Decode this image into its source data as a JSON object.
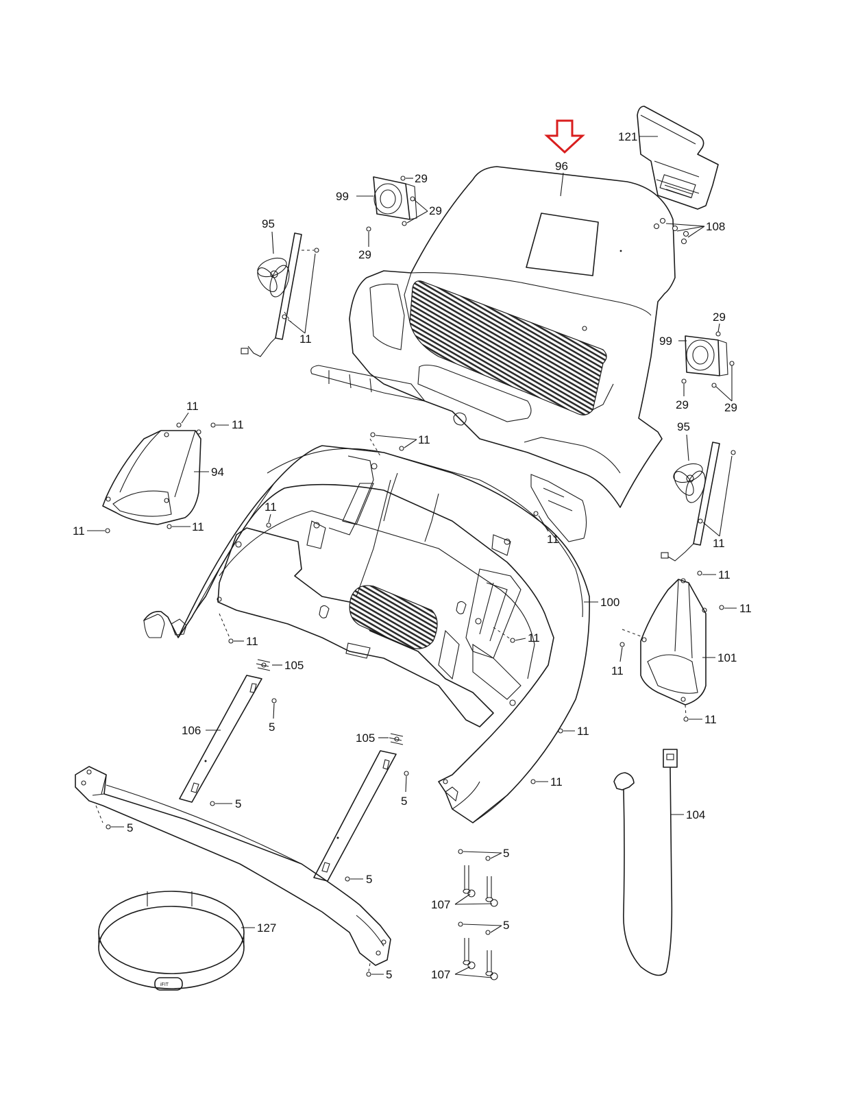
{
  "highlight_color": "#d91e1e",
  "highlighted_part": "96",
  "labels": {
    "p96": "96",
    "p121": "121",
    "p108": "108",
    "p99a": "99",
    "p29a": "29",
    "p29b": "29",
    "p29c": "29",
    "p95a": "95",
    "p11a": "11",
    "p29d": "29",
    "p99b": "99",
    "p29e": "29",
    "p29f": "29",
    "p95b": "95",
    "p11b": "11",
    "p11c": "11",
    "p11d": "11",
    "p94": "94",
    "p11e": "11",
    "p11f": "11",
    "p11g": "11",
    "p11h": "11",
    "p11i": "11",
    "p11j": "11",
    "p100": "100",
    "p11k": "11",
    "p11l": "11",
    "p11m": "11",
    "p101": "101",
    "p11n": "11",
    "p11o": "11",
    "p105a": "105",
    "p5a": "5",
    "p106": "106",
    "p105b": "105",
    "p11p": "11",
    "p11q": "11",
    "p5b": "5",
    "p5c": "5",
    "p5d": "5",
    "p104": "104",
    "p5e": "5",
    "p107a": "107",
    "p5f": "5",
    "p5g": "5",
    "p127": "127",
    "p107b": "107",
    "p5h": "5"
  },
  "strap_logo": "iFIT"
}
